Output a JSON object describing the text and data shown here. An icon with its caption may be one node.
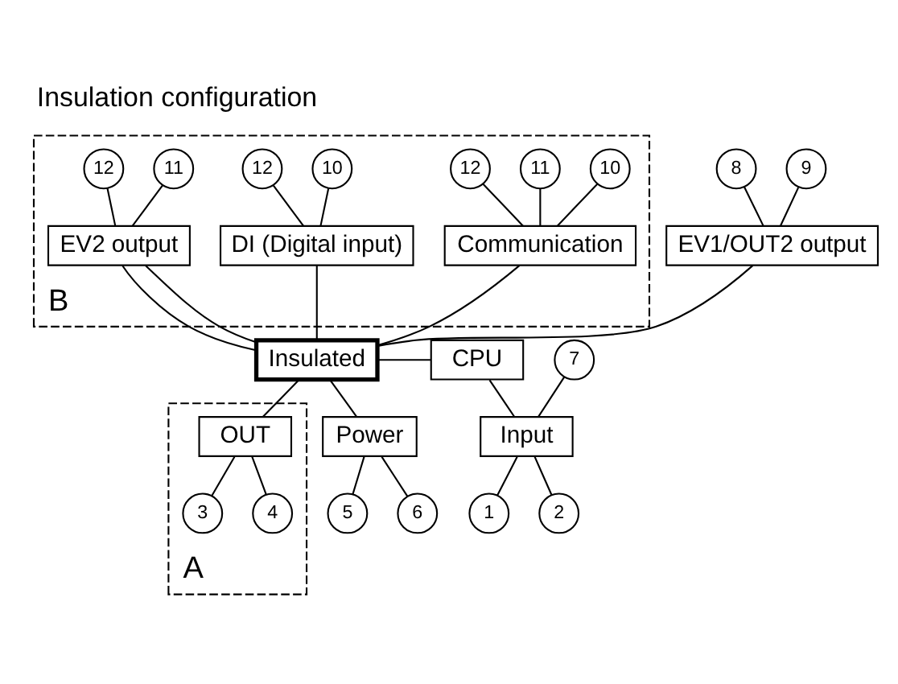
{
  "diagram": {
    "title": "Insulation configuration",
    "nodes": [
      {
        "text": [
          "B"
        ]
      },
      {
        "text": [
          "10"
        ],
        "in": 0
      },
      {
        "text": [
          "11"
        ],
        "in": 0
      },
      {
        "text": [
          "12"
        ],
        "in": 0
      },
      {
        "text": [
          "Communication"
        ],
        "in": 0
      },
      {
        "text": [
          "10"
        ],
        "in": 0
      },
      {
        "text": [
          "12"
        ],
        "in": 0
      },
      {
        "text": [
          "DI (Digital input)"
        ],
        "in": 0
      },
      {
        "text": [
          "8"
        ]
      },
      {
        "text": [
          "9"
        ]
      },
      {
        "text": [
          "11"
        ],
        "in": 0
      },
      {
        "text": [
          "12"
        ],
        "in": 0
      },
      {
        "text": [
          "EV1/OUT2 output"
        ]
      },
      {
        "text": [
          "EV2 output"
        ],
        "in": 0
      },
      {
        "text": [
          "7"
        ]
      },
      {
        "text": [
          "CPU"
        ]
      },
      {
        "text": [
          "Insulated"
        ]
      },
      {
        "text": [
          "Input"
        ]
      },
      {
        "text": [
          "A"
        ]
      },
      {
        "text": [
          "OUT"
        ],
        "in": 18
      },
      {
        "text": [
          "Power"
        ]
      },
      {
        "text": [
          "1"
        ]
      },
      {
        "text": [
          "2"
        ]
      },
      {
        "text": [
          "3"
        ],
        "in": 18
      },
      {
        "text": [
          "4"
        ],
        "in": 18
      },
      {
        "text": [
          "5"
        ]
      },
      {
        "text": [
          "6"
        ]
      }
    ],
    "edges": [
      {
        "from": 1,
        "to": 4,
        "arrow": "none"
      },
      {
        "from": 2,
        "to": 4,
        "arrow": "none"
      },
      {
        "from": 3,
        "to": 4,
        "arrow": "none"
      },
      {
        "from": 5,
        "to": 7,
        "arrow": "none"
      },
      {
        "from": 6,
        "to": 7,
        "arrow": "none"
      },
      {
        "from": 10,
        "to": 13,
        "arrow": "none"
      },
      {
        "from": 11,
        "to": 13,
        "arrow": "none"
      },
      {
        "from": 8,
        "to": 12,
        "arrow": "none"
      },
      {
        "from": 9,
        "to": 12,
        "arrow": "none"
      },
      {
        "from": 4,
        "to": 16,
        "arrow": "none"
      },
      {
        "from": 7,
        "to": 16,
        "arrow": "none"
      },
      {
        "from": 13,
        "to": 16,
        "arrow": "none"
      },
      {
        "from": 13,
        "to": 16,
        "arrow": "none"
      },
      {
        "from": 12,
        "to": 16,
        "arrow": "none"
      },
      {
        "from": 15,
        "to": 16,
        "arrow": "none"
      },
      {
        "from": 14,
        "to": 17,
        "arrow": "none"
      },
      {
        "from": 15,
        "to": 17,
        "arrow": "none"
      },
      {
        "from": 16,
        "to": 19,
        "arrow": "none"
      },
      {
        "from": 16,
        "to": 20,
        "arrow": "none"
      },
      {
        "from": 17,
        "to": 21,
        "arrow": "none"
      },
      {
        "from": 17,
        "to": 22,
        "arrow": "none"
      },
      {
        "from": 19,
        "to": 23,
        "arrow": "none"
      },
      {
        "from": 19,
        "to": 24,
        "arrow": "none"
      },
      {
        "from": 20,
        "to": 25,
        "arrow": "none"
      },
      {
        "from": 20,
        "to": 26,
        "arrow": "none"
      }
    ]
  }
}
